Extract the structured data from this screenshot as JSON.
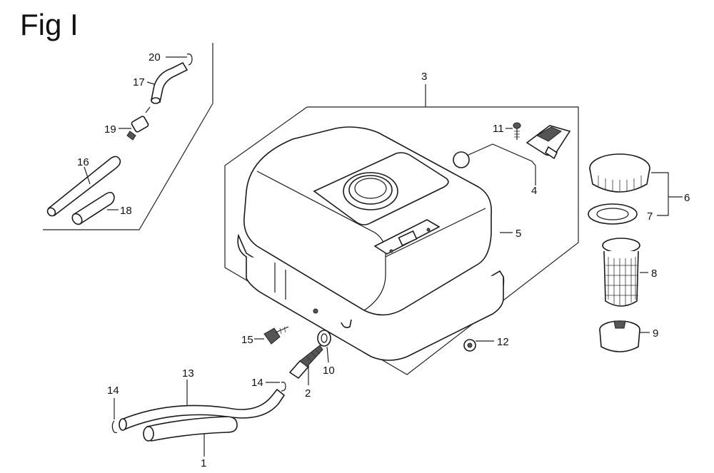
{
  "figure": {
    "title": "Fig I"
  },
  "callouts": {
    "c1": "1",
    "c2": "2",
    "c3": "3",
    "c4": "4",
    "c5": "5",
    "c6": "6",
    "c7": "7",
    "c8": "8",
    "c9": "9",
    "c10": "10",
    "c11": "11",
    "c12": "12",
    "c13": "13",
    "c14a": "14",
    "c14b": "14",
    "c15": "15",
    "c16": "16",
    "c17": "17",
    "c18": "18",
    "c19": "19",
    "c20": "20"
  }
}
